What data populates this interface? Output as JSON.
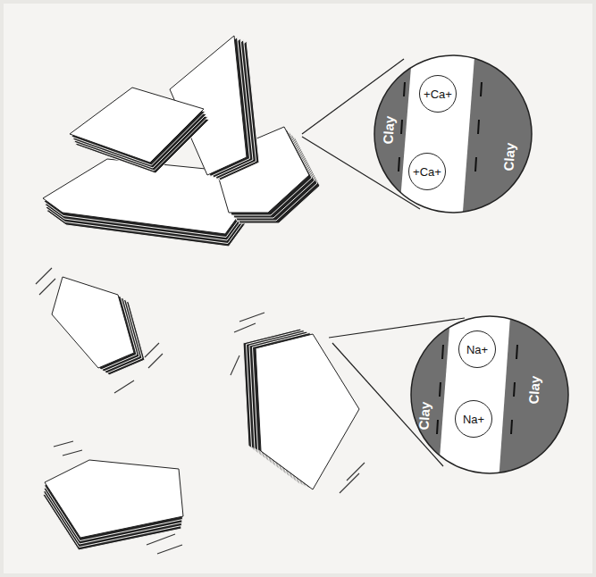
{
  "diagram": {
    "nodes": [
      {
        "text": [
          "Clay"
        ]
      },
      {
        "text": [
          "+Ca+"
        ]
      },
      {
        "text": [
          "+Ca+"
        ]
      },
      {
        "text": [
          "Clay"
        ]
      },
      {
        "text": [
          "Clay"
        ]
      },
      {
        "text": [
          "Na+"
        ]
      },
      {
        "text": [
          "Na+"
        ]
      },
      {
        "text": [
          "Clay"
        ]
      }
    ]
  }
}
